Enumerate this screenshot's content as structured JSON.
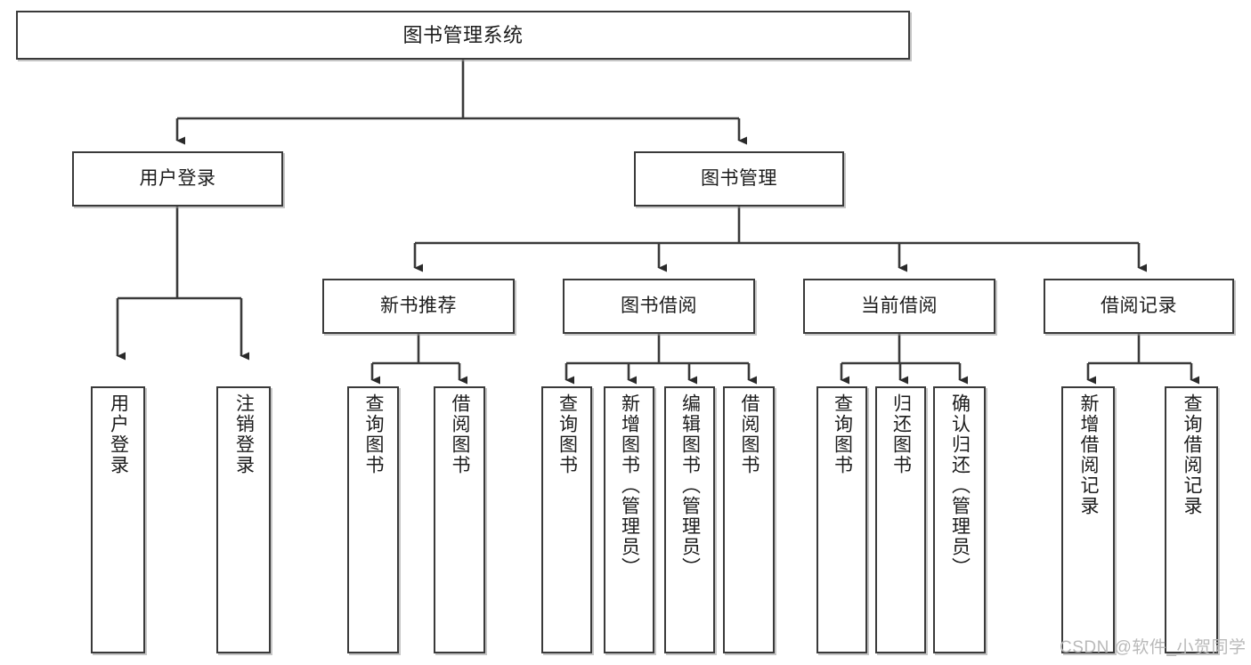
{
  "diagram": {
    "title": "图书管理系统",
    "type": "hierarchy-tree",
    "root": {
      "label": "图书管理系统"
    },
    "level2": [
      {
        "label": "用户登录"
      },
      {
        "label": "图书管理"
      }
    ],
    "level3": [
      {
        "label": "新书推荐"
      },
      {
        "label": "图书借阅"
      },
      {
        "label": "当前借阅"
      },
      {
        "label": "借阅记录"
      }
    ],
    "leaves": {
      "user_login": [
        {
          "label": "用户登录"
        },
        {
          "label": "注销登录"
        }
      ],
      "new_book_recommend": [
        {
          "label": "查询图书"
        },
        {
          "label": "借阅图书"
        }
      ],
      "book_borrow": [
        {
          "label": "查询图书"
        },
        {
          "label": "新增图书（管理员）"
        },
        {
          "label": "编辑图书（管理员）"
        },
        {
          "label": "借阅图书"
        }
      ],
      "current_borrow": [
        {
          "label": "查询图书"
        },
        {
          "label": "归还图书"
        },
        {
          "label": "确认归还（管理员）"
        }
      ],
      "borrow_record": [
        {
          "label": "新增借阅记录"
        },
        {
          "label": "查询借阅记录"
        }
      ]
    }
  },
  "watermark": {
    "text": "CSDN @软件_小贺同学"
  },
  "colors": {
    "box_border": "#3a3a3a",
    "box_fill": "#ffffff",
    "text": "#1c1c1c",
    "connector": "#3a3a3a",
    "watermark": "#b9b9b9",
    "background": "#ffffff"
  }
}
